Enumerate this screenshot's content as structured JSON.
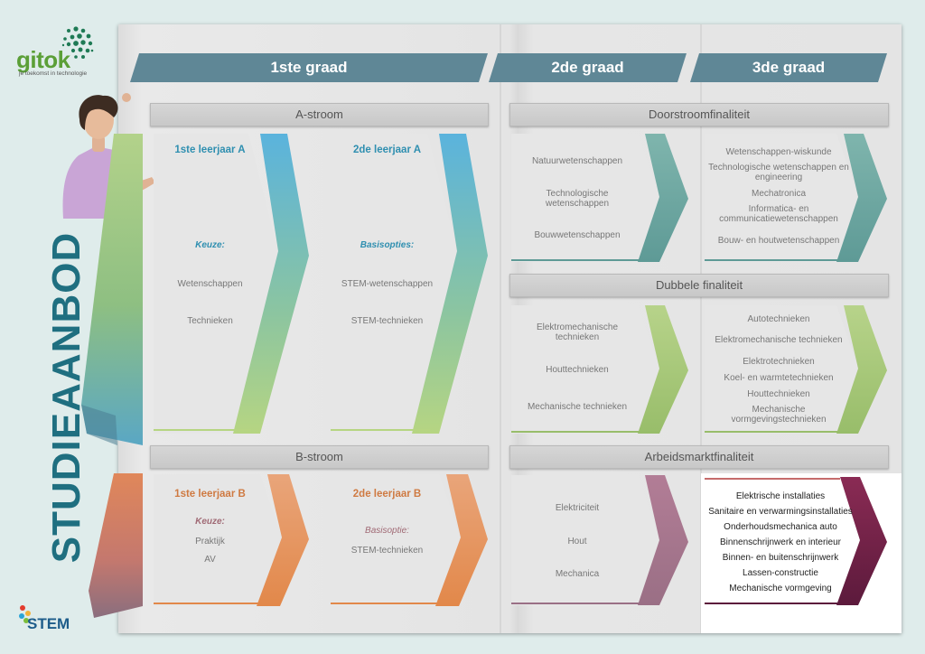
{
  "logo": {
    "name": "gitok",
    "tagline": "je toekomst in technologie"
  },
  "stem_logo": "STEM",
  "main_title": "STUDIEAANBOD",
  "grades": [
    "1ste graad",
    "2de graad",
    "3de graad"
  ],
  "section_headers": {
    "a_stroom": "A-stroom",
    "b_stroom": "B-stroom",
    "doorstroom": "Doorstroomfinaliteit",
    "dubbele": "Dubbele finaliteit",
    "arbeidsmarkt": "Arbeidsmarktfinaliteit"
  },
  "first_grade": {
    "a1": {
      "title": "1ste leerjaar A",
      "label": "Keuze:",
      "items": [
        "Wetenschappen",
        "Technieken"
      ]
    },
    "a2": {
      "title": "2de leerjaar A",
      "label": "Basisopties:",
      "items": [
        "STEM-wetenschappen",
        "STEM-technieken"
      ]
    },
    "b1": {
      "title": "1ste leerjaar B",
      "label": "Keuze:",
      "items": [
        "Praktijk",
        "AV"
      ]
    },
    "b2": {
      "title": "2de leerjaar B",
      "label": "Basisoptie:",
      "items": [
        "STEM-technieken"
      ]
    }
  },
  "second_grade": {
    "doorstroom": [
      "Natuurwetenschappen",
      "Technologische wetenschappen",
      "Bouwwetenschappen"
    ],
    "dubbele": [
      "Elektromechanische technieken",
      "Houttechnieken",
      "Mechanische technieken"
    ],
    "arbeidsmarkt": [
      "Elektriciteit",
      "Hout",
      "Mechanica"
    ]
  },
  "third_grade": {
    "doorstroom": [
      "Wetenschappen-wiskunde",
      "Technologische wetenschappen en engineering",
      "Mechatronica",
      "Informatica- en communicatiewetenschappen",
      "Bouw- en houtwetenschappen"
    ],
    "dubbele": [
      "Autotechnieken",
      "Elektromechanische technieken",
      "Elektrotechnieken",
      "Koel- en warmtetechnieken",
      "Houttechnieken",
      "Mechanische vormgevingstechnieken"
    ],
    "arbeidsmarkt": [
      "Elektrische installaties",
      "Sanitaire en verwarmingsinstallaties",
      "Onderhoudsmechanica auto",
      "Binnenschrijnwerk en interieur",
      "Binnen- en buitenschrijnwerk",
      "Lassen-constructie",
      "Mechanische vormgeving"
    ]
  },
  "colors": {
    "grade_banner": "#5f8796",
    "title_text": "#1f6f80",
    "a_title": "#2f8fb0",
    "b_title": "#cf7a42",
    "b_label": "#a06a75",
    "logo_green": "#5b9f37",
    "arbeidsmarkt_dark": "#6b1f45"
  }
}
